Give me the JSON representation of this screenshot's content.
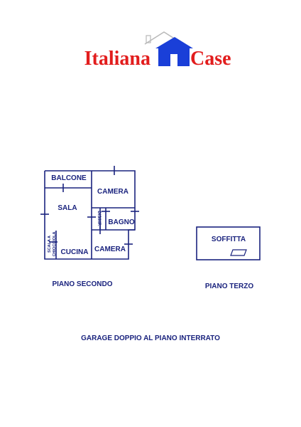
{
  "logo": {
    "word_left": "Italiana",
    "word_right": "Case",
    "red": "#e21d1d",
    "blue": "#1a3fd8",
    "icon": "house-icon"
  },
  "plan_second": {
    "rooms": {
      "balcone": "BALCONE",
      "camera_top": "CAMERA",
      "sala": "SALA",
      "bagno": "BAGNO",
      "disimp": "DISIMP.",
      "scala": "SCALA A",
      "chiocciola": "CHIOCCIOLA",
      "cucina": "CUCINA",
      "camera_bottom": "CAMERA"
    },
    "caption": "PIANO SECONDO"
  },
  "plan_third": {
    "rooms": {
      "soffitta": "SOFFITTA"
    },
    "caption": "PIANO TERZO"
  },
  "footer": {
    "garage": "GARAGE DOPPIO AL PIANO INTERRATO"
  },
  "colors": {
    "line": "#1a237e"
  }
}
